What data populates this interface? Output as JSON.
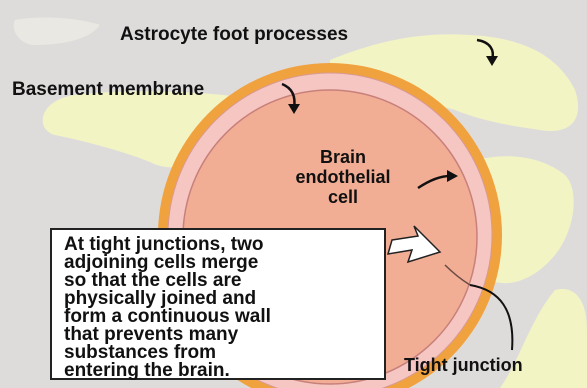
{
  "labels": {
    "astrocyte_foot_processes": "Astrocyte foot processes",
    "basement_membrane": "Basement membrane",
    "brain_endothelial_cell_line1": "Brain",
    "brain_endothelial_cell_line2": "endothelial",
    "brain_endothelial_cell_line3": "cell",
    "tight_junction": "Tight junction"
  },
  "callout": {
    "lines": [
      "At tight junctions, two",
      "adjoining cells merge",
      "so that the cells are",
      "physically joined and",
      "form a continuous wall",
      "that prevents many",
      "substances from",
      "entering the brain."
    ]
  },
  "colors": {
    "background": "#dedcdb",
    "astrocyte": "#f3f4c4",
    "basement_membrane": "#f0a23e",
    "endothelial_cell": "#f2ad95",
    "endothelial_wall": "#f6c6c3",
    "callout_background": "#ffffff"
  }
}
